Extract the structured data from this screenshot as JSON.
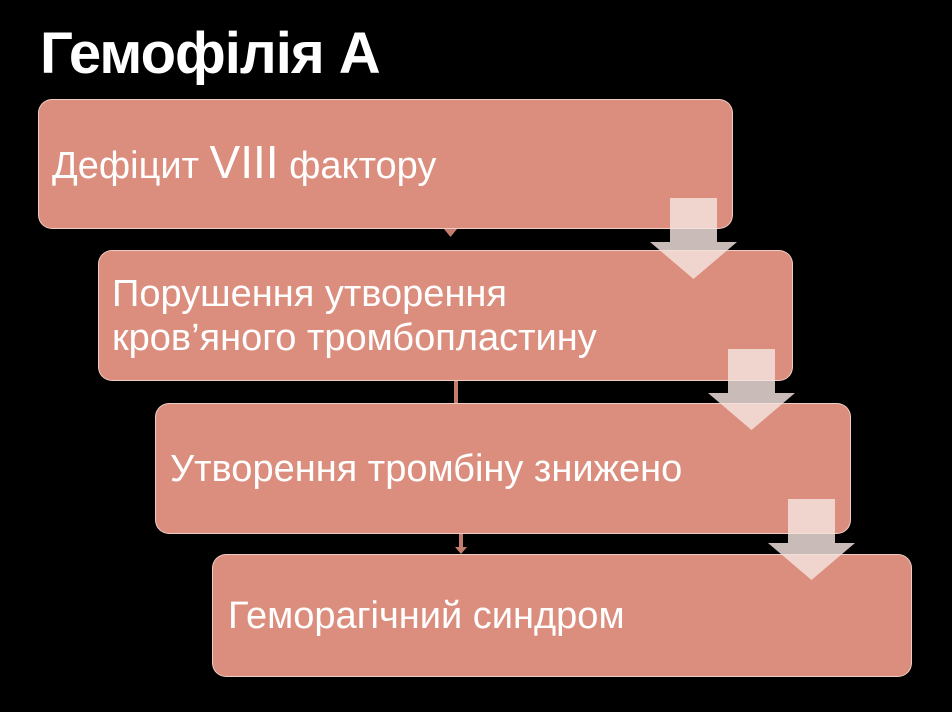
{
  "slide": {
    "title": "Гемофілія А"
  },
  "flowchart": {
    "steps": [
      {
        "name": "factor-viii-deficiency",
        "text_before": "Дефіцит ",
        "roman_numeral": "VIII",
        "text_after": " фактору"
      },
      {
        "name": "thromboplastin-formation-disorder",
        "lines": [
          "Порушення утворення",
          "кров’яного тромбопластину"
        ]
      },
      {
        "name": "thrombin-formation-decreased",
        "text": "Утворення тромбіну знижено"
      },
      {
        "name": "hemorrhagic-syndrome",
        "text": "Геморагічний синдром"
      }
    ]
  },
  "colors": {
    "background": "#000000",
    "box_fill": "#db8e7d",
    "box_border": "rgba(255,255,255,0.55)",
    "arrow_fill": "rgba(244,228,225,0.82)",
    "connector": "#c47c6d",
    "text_color": "#ffffff"
  }
}
